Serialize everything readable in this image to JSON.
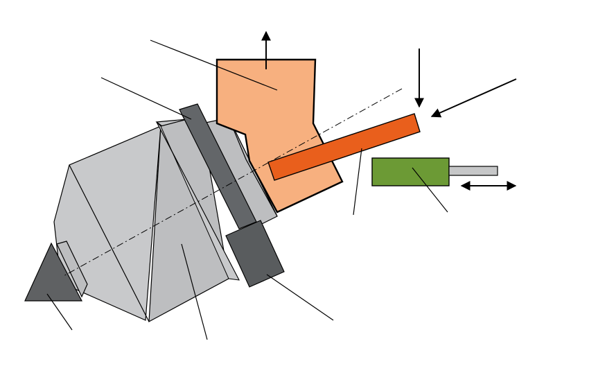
{
  "diagram": {
    "colors": {
      "background": "#ffffff",
      "body_light": "#c8c9cb",
      "body_mid": "#bdbec0",
      "collar": "#636669",
      "nose": "#5f6163",
      "block": "#595c5e",
      "slab": "#f7b07f",
      "bar": "#e95f1c",
      "actuator": "#6c9a35",
      "rod": "#c6c7c8",
      "line": "#000000"
    },
    "parts": [
      {
        "id": "main-body",
        "label": ""
      },
      {
        "id": "nose-cone",
        "label": ""
      },
      {
        "id": "collar-ring",
        "label": ""
      },
      {
        "id": "side-block",
        "label": ""
      },
      {
        "id": "orange-slab",
        "label": ""
      },
      {
        "id": "orange-bar",
        "label": ""
      },
      {
        "id": "green-actuator",
        "label": ""
      }
    ]
  }
}
